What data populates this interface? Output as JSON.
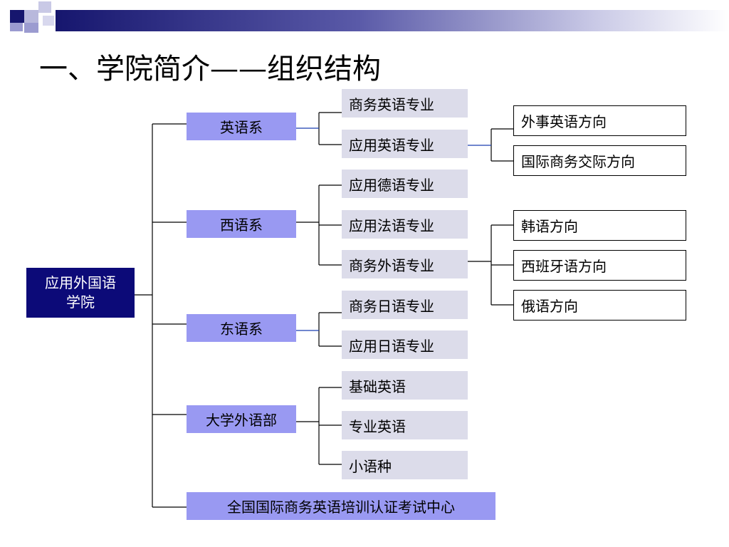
{
  "title": "一、学院简介——组织结构",
  "colors": {
    "root_bg": "#0c0a78",
    "dept_bg": "#9999f2",
    "major_bg": "#dcdcea",
    "decor_dark": "#16166e",
    "decor_light": "#9b9bd0",
    "connector_blue": "#1a3fb0"
  },
  "diagram": {
    "root": {
      "line1": "应用外国语",
      "line2": "学院"
    },
    "departments": {
      "english": "英语系",
      "western": "西语系",
      "eastern": "东语系",
      "college_foreign": "大学外语部",
      "training_center": "全国国际商务英语培训认证考试中心"
    },
    "majors": {
      "business_english": "商务英语专业",
      "applied_english": "应用英语专业",
      "applied_german": "应用德语专业",
      "applied_french": "应用法语专业",
      "business_foreign": "商务外语专业",
      "business_japanese": "商务日语专业",
      "applied_japanese": "应用日语专业",
      "basic_english": "基础英语",
      "professional_english": "专业英语",
      "minor_languages": "小语种"
    },
    "directions": {
      "foreign_affairs": "外事英语方向",
      "intl_business": "国际商务交际方向",
      "korean": "韩语方向",
      "spanish": "西班牙语方向",
      "russian": "俄语方向"
    }
  }
}
